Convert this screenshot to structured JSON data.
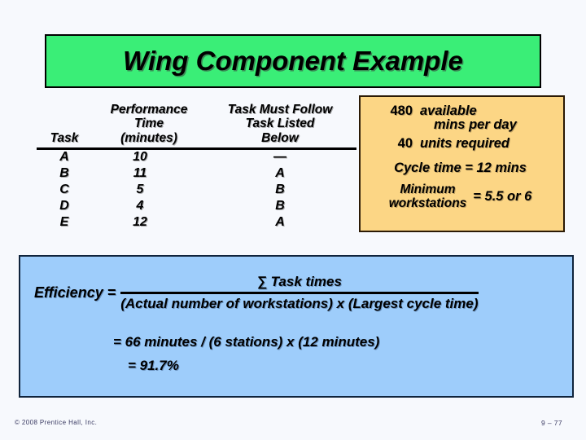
{
  "slide": {
    "title": "Wing Component Example",
    "background_color": "#f7f9fd"
  },
  "colors": {
    "title_banner": "#3aee77",
    "info_box": "#fcd685",
    "efficiency_box": "#9ecdfb",
    "border": "#000000"
  },
  "table": {
    "headers": {
      "task": "Task",
      "time_line1": "Performance",
      "time_line2": "Time",
      "time_line3": "(minutes)",
      "follow_line1": "Task Must Follow",
      "follow_line2": "Task Listed",
      "follow_line3": "Below"
    },
    "rows": [
      {
        "task": "A",
        "time": "10",
        "follows": "—"
      },
      {
        "task": "B",
        "time": "11",
        "follows": "A"
      },
      {
        "task": "C",
        "time": "5",
        "follows": "B"
      },
      {
        "task": "D",
        "time": "4",
        "follows": "B"
      },
      {
        "task": "E",
        "time": "12",
        "follows": "A"
      }
    ]
  },
  "info_box": {
    "available_value": "480",
    "available_label_line1": "available",
    "available_label_line2": "mins per day",
    "units_value": "40",
    "units_label": "units required",
    "cycle_time": "Cycle time = 12 mins",
    "min_workstations_label_line1": "Minimum",
    "min_workstations_label_line2": "workstations",
    "min_workstations_value": "= 5.5 or 6"
  },
  "efficiency": {
    "label": "Efficiency =",
    "numerator": "∑ Task times",
    "denominator": "(Actual number of workstations) x (Largest cycle time)",
    "step1": "= 66 minutes / (6 stations) x (12 minutes)",
    "step2": "= 91.7%"
  },
  "footer": {
    "copyright": "© 2008 Prentice Hall, Inc.",
    "page_number": "9 – 77"
  }
}
